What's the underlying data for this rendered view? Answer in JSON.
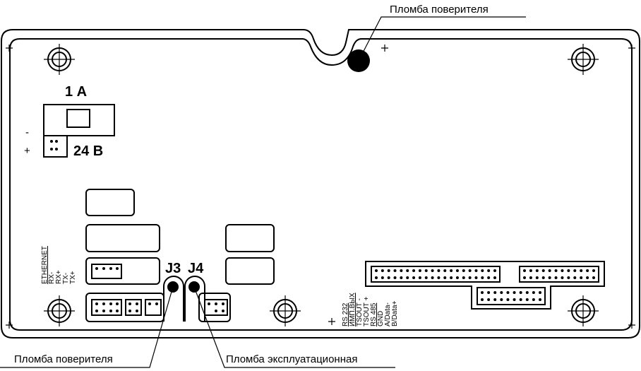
{
  "callouts": {
    "top_seal": "Пломба поверителя",
    "bottom_left_seal": "Пломба поверителя",
    "bottom_right_seal": "Пломба эксплуатационная"
  },
  "power": {
    "fuse": "1 А",
    "voltage": "24 В",
    "minus": "-",
    "plus": "+"
  },
  "jumpers": {
    "j3": "J3",
    "j4": "J4"
  },
  "ethernet": {
    "title": "ETHERNET",
    "pins": [
      "RX-",
      "RX+",
      "TX-",
      "TX+"
    ]
  },
  "interfaces": [
    "RS 232",
    "ИМП.ВЫХ",
    "TSOUT -",
    "TSOUT +",
    "RS 485",
    "GND",
    "A/Data-",
    "B/Data+"
  ]
}
